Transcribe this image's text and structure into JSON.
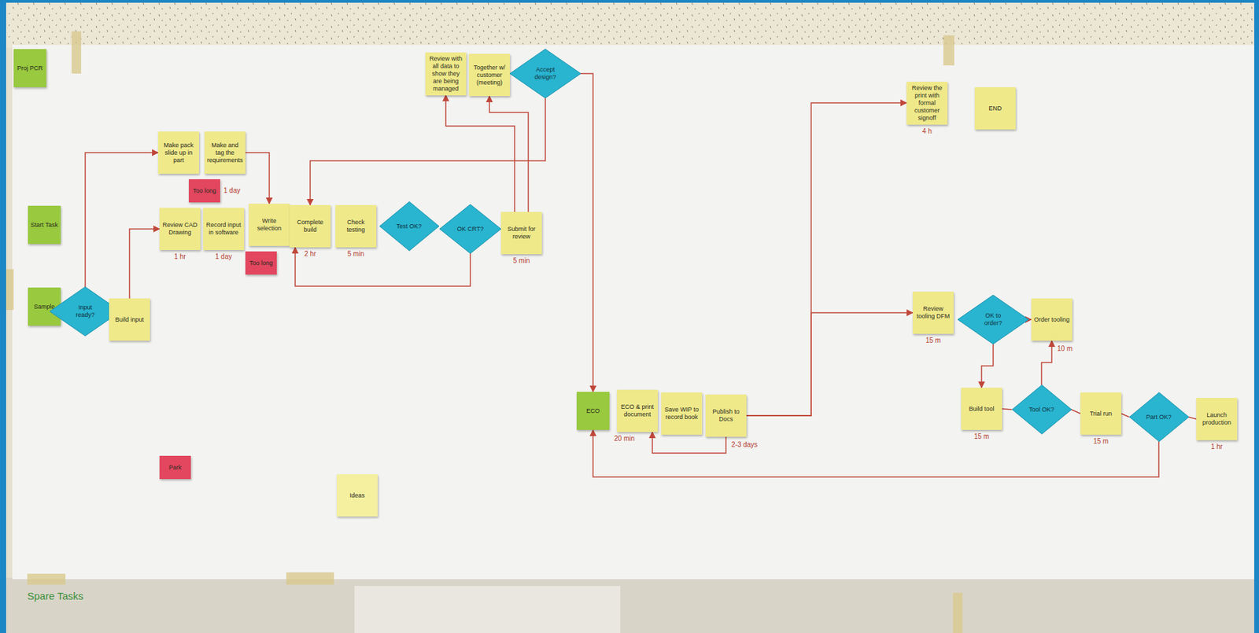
{
  "diagram": {
    "nodes": [
      {
        "text": [
          "Proj PCR"
        ]
      },
      {
        "text": [
          "Start Task"
        ]
      },
      {
        "text": [
          "Sample"
        ]
      },
      {
        "text": [
          "Input ready?"
        ]
      },
      {
        "text": [
          "Build input"
        ]
      },
      {
        "text": [
          "Make pack slide up in part"
        ]
      },
      {
        "text": [
          "Make and tag the requirements"
        ]
      },
      {
        "text": [
          "Too long"
        ]
      },
      {
        "text": [
          "Review CAD Drawing"
        ]
      },
      {
        "text": [
          "Record input in software"
        ]
      },
      {
        "text": [
          "Too long"
        ]
      },
      {
        "text": [
          "Write selection"
        ]
      },
      {
        "text": [
          "Complete build"
        ]
      },
      {
        "text": [
          "Check testing"
        ]
      },
      {
        "text": [
          "Test OK?"
        ]
      },
      {
        "text": [
          "OK CRT?"
        ]
      },
      {
        "text": [
          "Submit for review"
        ]
      },
      {
        "text": [
          "Review with all data to show they are being managed"
        ]
      },
      {
        "text": [
          "Together w/ customer (meeting)"
        ]
      },
      {
        "text": [
          "Accept design?"
        ]
      },
      {
        "text": [
          "ECO"
        ]
      },
      {
        "text": [
          "ECO & print document"
        ]
      },
      {
        "text": [
          "Save WIP to record book"
        ]
      },
      {
        "text": [
          "Publish to Docs"
        ]
      },
      {
        "text": [
          "Review the print with formal customer signoff"
        ]
      },
      {
        "text": [
          "END"
        ]
      },
      {
        "text": [
          "Review tooling DFM"
        ]
      },
      {
        "text": [
          "OK to order?"
        ]
      },
      {
        "text": [
          "Order tooling"
        ]
      },
      {
        "text": [
          "Build tool"
        ]
      },
      {
        "text": [
          "Tool OK?"
        ]
      },
      {
        "text": [
          "Trial run"
        ]
      },
      {
        "text": [
          "Part OK?"
        ]
      },
      {
        "text": [
          "Launch production"
        ]
      },
      {
        "text": [
          "Park"
        ]
      },
      {
        "text": [
          "Ideas"
        ]
      }
    ],
    "edges": [
      {
        "from": 3,
        "to": 5,
        "arrow": "to"
      },
      {
        "from": 4,
        "to": 8,
        "arrow": "to"
      },
      {
        "from": 6,
        "to": 11,
        "arrow": "to"
      },
      {
        "from": 15,
        "to": 12,
        "arrow": "to"
      },
      {
        "from": 19,
        "to": 12,
        "arrow": "to"
      },
      {
        "from": 16,
        "to": 17,
        "arrow": "to"
      },
      {
        "from": 16,
        "to": 18,
        "arrow": "to"
      },
      {
        "from": 19,
        "to": 20,
        "arrow": "to"
      },
      {
        "from": 23,
        "to": 24,
        "arrow": "to"
      },
      {
        "from": 23,
        "to": 26,
        "arrow": "to"
      },
      {
        "from": 27,
        "to": 28,
        "arrow": "to"
      },
      {
        "from": 27,
        "to": 29,
        "arrow": "to"
      },
      {
        "from": 30,
        "to": 28,
        "arrow": "to"
      },
      {
        "from": 29,
        "to": 30,
        "arrow": "none"
      },
      {
        "from": 30,
        "to": 31,
        "arrow": "none"
      },
      {
        "from": 31,
        "to": 32,
        "arrow": "none"
      },
      {
        "from": 32,
        "to": 33,
        "arrow": "none"
      },
      {
        "from": 32,
        "to": 20,
        "arrow": "to"
      },
      {
        "from": 23,
        "to": 21,
        "arrow": "to"
      }
    ],
    "labels": [
      "1 day",
      "1 hr",
      "1 day",
      "2 hr",
      "5 min",
      "5 min",
      "20 min",
      "2-3 days",
      "4 h",
      "15 m",
      "10 m",
      "15 m",
      "15 m",
      "1 hr",
      "Spare Tasks"
    ]
  }
}
